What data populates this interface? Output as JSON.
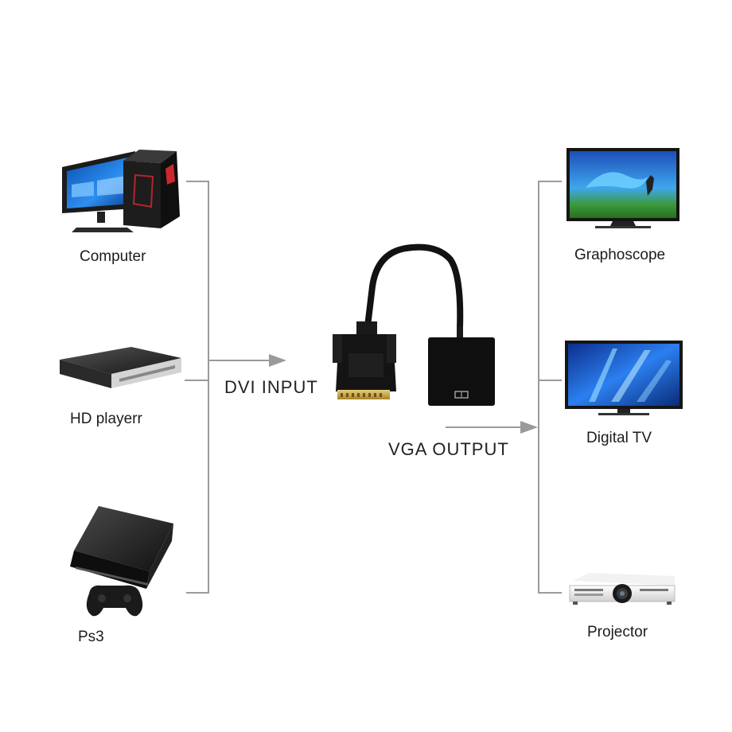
{
  "inputs": {
    "devices": [
      {
        "label": "Computer",
        "icon": "computer-icon"
      },
      {
        "label": "HD playerr",
        "icon": "hd-player-icon"
      },
      {
        "label": "Ps3",
        "icon": "ps3-console-icon"
      }
    ]
  },
  "adapter": {
    "input_label": "DVI INPUT",
    "output_label": "VGA OUTPUT",
    "icon": "dvi-to-vga-adapter-icon"
  },
  "outputs": {
    "devices": [
      {
        "label": "Graphoscope",
        "icon": "monitor-icon"
      },
      {
        "label": "Digital TV",
        "icon": "tv-icon"
      },
      {
        "label": "Projector",
        "icon": "projector-icon"
      }
    ]
  },
  "colors": {
    "connector_line": "#9a9a9a",
    "screen_blue": "#1e6fd9",
    "device_black": "#1a1a1a",
    "gold_pins": "#c9a446"
  }
}
